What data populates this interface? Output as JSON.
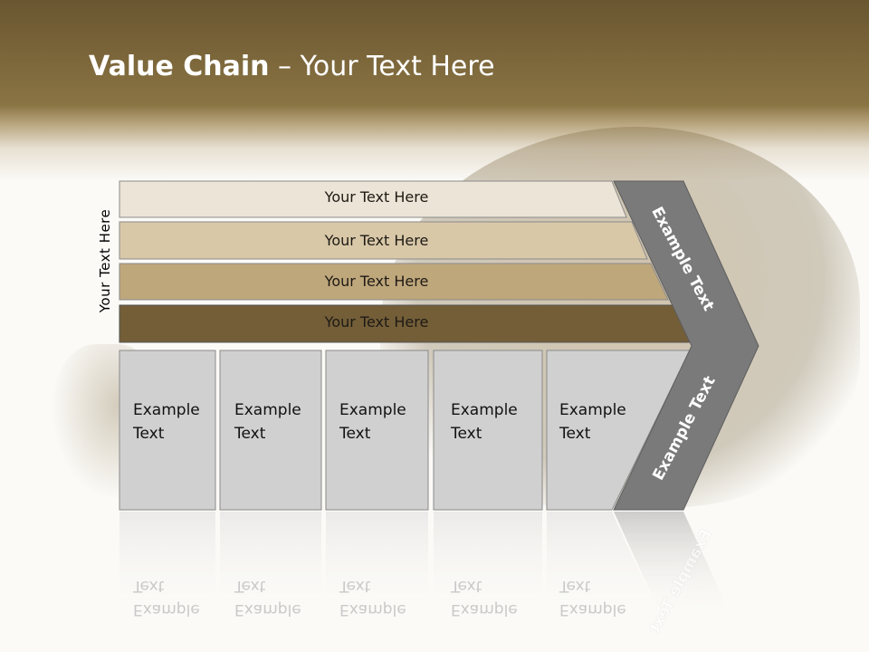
{
  "title": {
    "bold": "Value Chain",
    "rest": " – Your Text Here"
  },
  "side_label": "Your Text Here",
  "rows": [
    {
      "label": "Your Text Here",
      "color": "#ece4d6"
    },
    {
      "label": "Your Text Here",
      "color": "#d8c8a8"
    },
    {
      "label": "Your Text Here",
      "color": "#bfa77c"
    },
    {
      "label": "Your Text Here",
      "color": "#735e38"
    }
  ],
  "columns": [
    {
      "line1": "Example",
      "line2": "Text"
    },
    {
      "line1": "Example",
      "line2": "Text"
    },
    {
      "line1": "Example",
      "line2": "Text"
    },
    {
      "line1": "Example",
      "line2": "Text"
    },
    {
      "line1": "Example",
      "line2": "Text"
    }
  ],
  "chevron": {
    "upper_label": "Example Text",
    "lower_label": "Example Text",
    "color": "#7a7a7a"
  },
  "column_color": "#d0d0d0"
}
